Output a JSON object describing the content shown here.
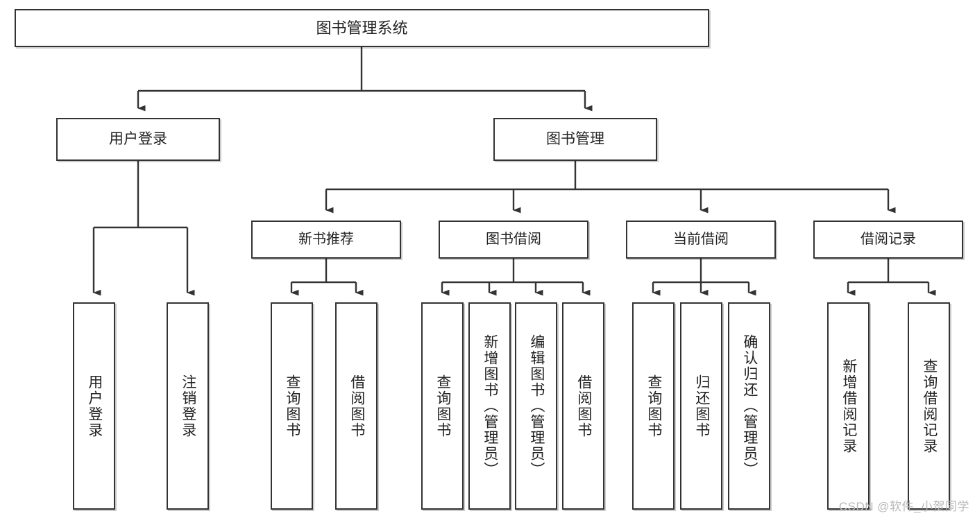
{
  "diagram": {
    "title": "图书管理系统",
    "type": "tree-hierarchy-diagram",
    "root": {
      "label": "图书管理系统"
    },
    "level2": [
      {
        "label": "用户登录"
      },
      {
        "label": "图书管理"
      }
    ],
    "level3": [
      {
        "label": "新书推荐"
      },
      {
        "label": "图书借阅"
      },
      {
        "label": "当前借阅"
      },
      {
        "label": "借阅记录"
      }
    ],
    "leaves": {
      "user_login": [
        {
          "label": "用户登录"
        },
        {
          "label": "注销登录"
        }
      ],
      "new_book_recommend": [
        {
          "label": "查询图书"
        },
        {
          "label": "借阅图书"
        }
      ],
      "book_borrow": [
        {
          "label": "查询图书"
        },
        {
          "label": "新增图书（管理员）"
        },
        {
          "label": "编辑图书（管理员）"
        },
        {
          "label": "借阅图书"
        }
      ],
      "current_borrow": [
        {
          "label": "查询图书"
        },
        {
          "label": "归还图书"
        },
        {
          "label": "确认归还（管理员）"
        }
      ],
      "borrow_record": [
        {
          "label": "新增借阅记录"
        },
        {
          "label": "查询借阅记录"
        }
      ]
    }
  },
  "watermark": {
    "text": "CSDN @软件_小贺同学"
  },
  "colors": {
    "stroke": "#333333",
    "background": "#ffffff",
    "text": "#222222",
    "watermark": "#b9b9b9"
  }
}
